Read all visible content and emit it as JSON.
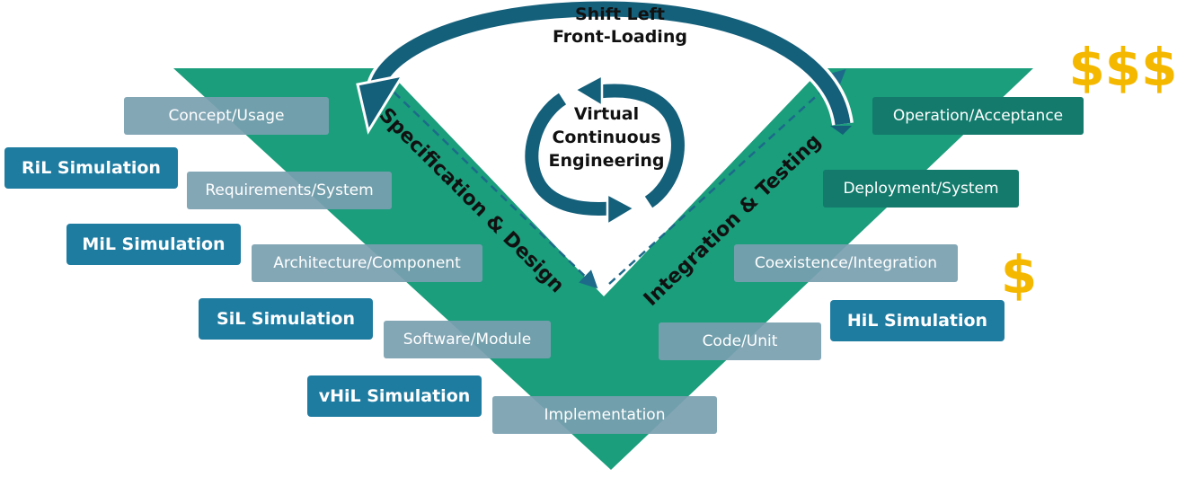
{
  "header": {
    "shift_left": "Shift Left",
    "front_loading": "Front-Loading"
  },
  "center_label": [
    "Virtual",
    "Continuous",
    "Engineering"
  ],
  "left_arm_label": "Specification & Design",
  "right_arm_label": "Integration & Testing",
  "left_stages": {
    "concept": "Concept/Usage",
    "requirements": "Requirements/System",
    "architecture": "Architecture/Component",
    "software": "Software/Module"
  },
  "bottom_stage": "Implementation",
  "right_stages": {
    "operation": "Operation/Acceptance",
    "deployment": "Deployment/System",
    "coexistence": "Coexistence/Integration",
    "code": "Code/Unit"
  },
  "simulations": {
    "ril": "RiL Simulation",
    "mil": "MiL Simulation",
    "sil": "SiL Simulation",
    "vhil": "vHiL Simulation",
    "hil": "HiL Simulation"
  },
  "costs": {
    "high": "$$$",
    "low": "$"
  },
  "colors": {
    "v_fill": "#1a9e7c",
    "stage_grey": "#7aa0b0",
    "stage_teal": "#137a6c",
    "simulation": "#1f7ca1",
    "arrow": "#145f7a",
    "cost": "#f5b800"
  }
}
